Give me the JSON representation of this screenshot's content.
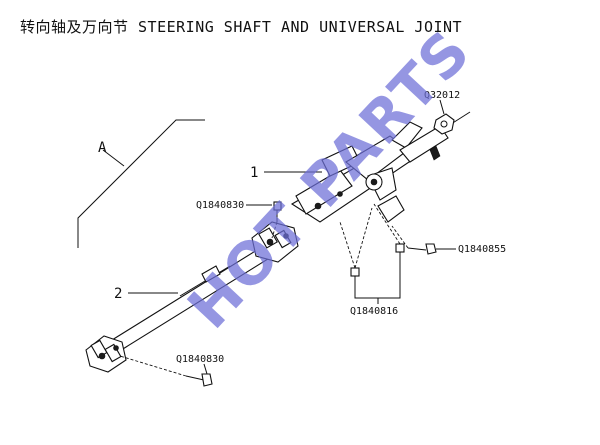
{
  "title": "转向轴及万向节  STEERING SHAFT AND UNIVERSAL JOINT",
  "watermark": "HOT PARTS",
  "callouts": {
    "assembly": "A",
    "item1": "1",
    "item2": "2"
  },
  "part_numbers": {
    "top_nut": "Q32012",
    "bolt_upper_left": "Q1840830",
    "bolt_right": "Q1840855",
    "bolts_center": "Q1840816",
    "bolt_lower": "Q1840830"
  },
  "colors": {
    "line": "#111111",
    "watermark": "#6d6fd8",
    "background": "#ffffff"
  }
}
